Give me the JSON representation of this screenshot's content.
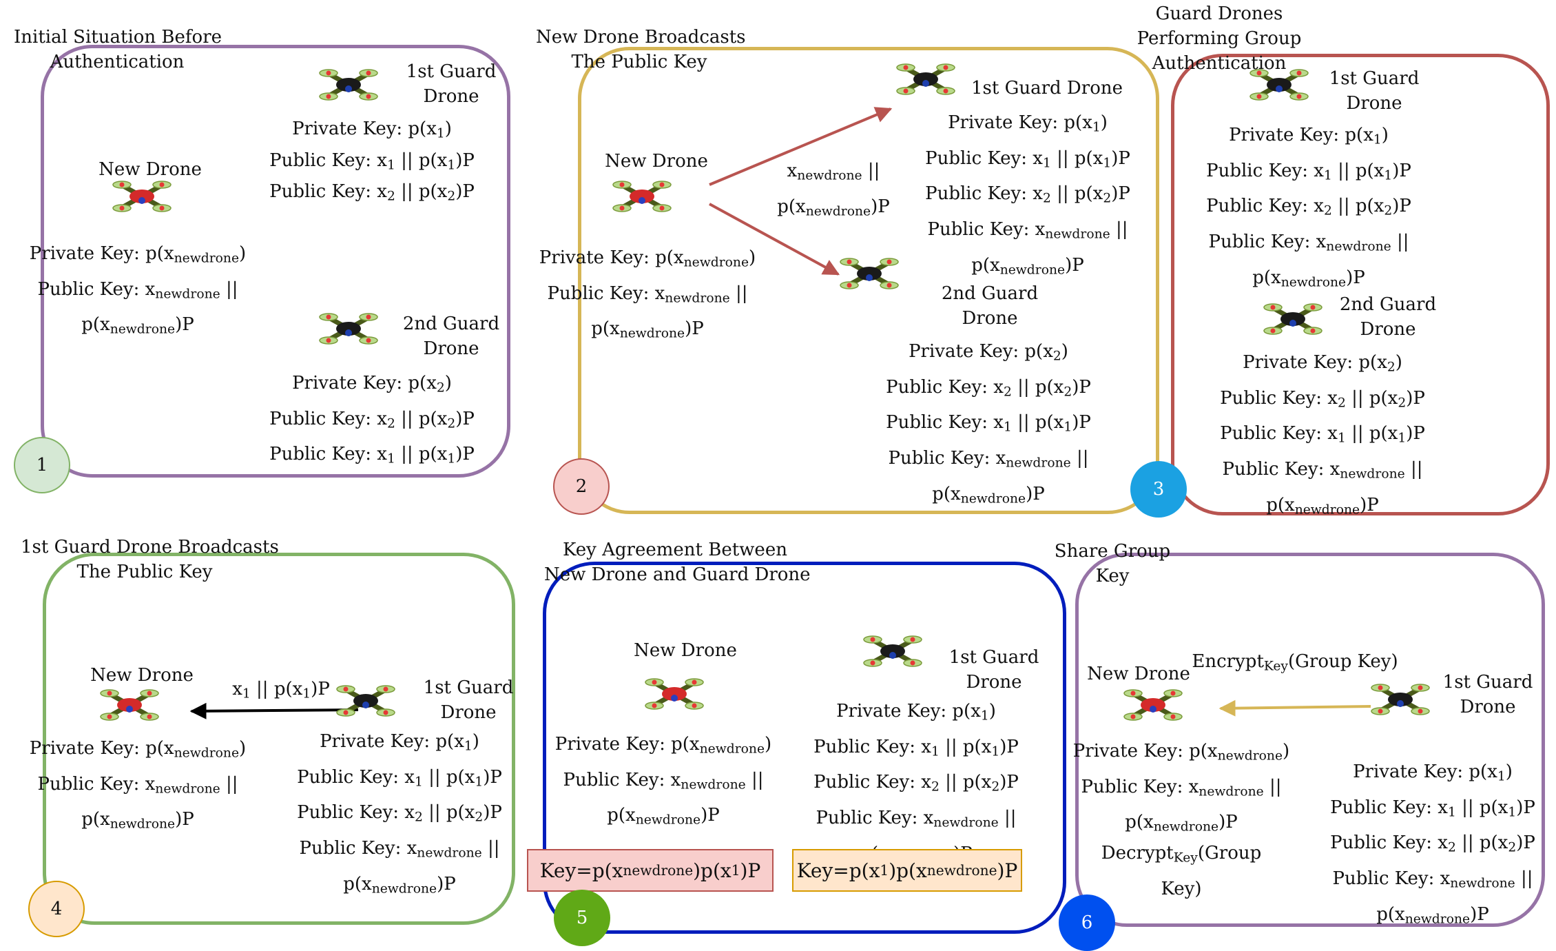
{
  "colors": {
    "panel1": "#9673a6",
    "panel2": "#d6b656",
    "panel3": "#b85450",
    "panel4": "#82b366",
    "panel5": "#001dbc",
    "panel6": "#9673a6",
    "circle1_fill": "#d5e8d4",
    "circle1_stroke": "#82b366",
    "circle2_fill": "#f8cecc",
    "circle2_stroke": "#b85450",
    "circle3_fill": "#1ba1e2",
    "circle4_fill": "#ffe6cc",
    "circle4_stroke": "#d79b00",
    "circle5_fill": "#60a917",
    "circle6_fill": "#0050ef",
    "arrow_red": "#b85450",
    "arrow_black": "#000000",
    "arrow_gold": "#d6b656",
    "key_red_fill": "#f8cecc",
    "key_orange_fill": "#ffe6cc"
  },
  "icons": {
    "guard_drone": "black-quadcopter-icon",
    "new_drone": "red-quadcopter-icon"
  },
  "panels": [
    {
      "number": "1",
      "title": [
        "Initial Situation Before",
        "Authentication"
      ],
      "new_drone": {
        "label": "New Drone",
        "lines": [
          "Private Key: p(x<sub>newdrone</sub>)",
          "Public Key: x<sub>newdrone</sub> ||",
          "p(x<sub>newdrone</sub>)P"
        ]
      },
      "guard1": {
        "label": [
          "1st Guard",
          "Drone"
        ],
        "lines": [
          "Private Key: p(x<sub>1</sub>)",
          "Public Key: x<sub>1</sub> || p(x<sub>1</sub>)P",
          "Public Key: x<sub>2</sub> || p(x<sub>2</sub>)P"
        ]
      },
      "guard2": {
        "label": [
          "2nd Guard",
          "Drone"
        ],
        "lines": [
          "Private Key: p(x<sub>2</sub>)",
          "Public Key: x<sub>2</sub> || p(x<sub>2</sub>)P",
          "Public Key: x<sub>1</sub> || p(x<sub>1</sub>)P"
        ]
      }
    },
    {
      "number": "2",
      "title": [
        "New Drone Broadcasts",
        "The Public Key"
      ],
      "new_drone": {
        "label": "New Drone",
        "lines": [
          "Private Key: p(x<sub>newdrone</sub>)",
          "Public Key: x<sub>newdrone</sub> ||",
          "p(x<sub>newdrone</sub>)P"
        ]
      },
      "message": [
        "x<sub>newdrone</sub> ||",
        "p(x<sub>newdrone</sub>)P"
      ],
      "guard1": {
        "label": [
          "1st Guard Drone"
        ],
        "lines": [
          "Private Key: p(x<sub>1</sub>)",
          "Public Key: x<sub>1</sub> || p(x<sub>1</sub>)P",
          "Public Key: x<sub>2</sub> || p(x<sub>2</sub>)P",
          "Public Key: x<sub>newdrone</sub> ||",
          "p(x<sub>newdrone</sub>)P"
        ]
      },
      "guard2": {
        "label": [
          "2nd Guard",
          "Drone"
        ],
        "lines": [
          "Private Key: p(x<sub>2</sub>)",
          "Public Key: x<sub>2</sub> || p(x<sub>2</sub>)P",
          "Public Key: x<sub>1</sub> || p(x<sub>1</sub>)P",
          "Public Key: x<sub>newdrone</sub> ||",
          "p(x<sub>newdrone</sub>)P"
        ]
      }
    },
    {
      "number": "3",
      "title": [
        "Guard Drones",
        "Performing Group",
        "Authentication"
      ],
      "guard1": {
        "label": [
          "1st Guard",
          "Drone"
        ],
        "lines": [
          "Private Key: p(x<sub>1</sub>)",
          "Public Key: x<sub>1</sub> || p(x<sub>1</sub>)P",
          "Public Key: x<sub>2</sub> || p(x<sub>2</sub>)P",
          "Public Key: x<sub>newdrone</sub> ||",
          "p(x<sub>newdrone</sub>)P"
        ]
      },
      "guard2": {
        "label": [
          "2nd Guard",
          "Drone"
        ],
        "lines": [
          "Private Key: p(x<sub>2</sub>)",
          "Public Key: x<sub>2</sub> || p(x<sub>2</sub>)P",
          "Public Key: x<sub>1</sub> || p(x<sub>1</sub>)P",
          "Public Key: x<sub>newdrone</sub> ||",
          "p(x<sub>newdrone</sub>)P"
        ]
      }
    },
    {
      "number": "4",
      "title": [
        "1st Guard Drone Broadcasts",
        "The Public Key"
      ],
      "new_drone": {
        "label": "New Drone",
        "lines": [
          "Private Key: p(x<sub>newdrone</sub>)",
          "Public Key: x<sub>newdrone</sub> ||",
          "p(x<sub>newdrone</sub>)P"
        ]
      },
      "message": [
        "x<sub>1</sub> || p(x<sub>1</sub>)P"
      ],
      "guard1": {
        "label": [
          "1st Guard",
          "Drone"
        ],
        "lines": [
          "Private Key: p(x<sub>1</sub>)",
          "Public Key: x<sub>1</sub> || p(x<sub>1</sub>)P",
          "Public Key: x<sub>2</sub> || p(x<sub>2</sub>)P",
          "Public Key: x<sub>newdrone</sub> ||",
          "p(x<sub>newdrone</sub>)P"
        ]
      }
    },
    {
      "number": "5",
      "title": [
        "Key Agreement Between",
        "New Drone and Guard Drone"
      ],
      "new_drone": {
        "label": "New Drone",
        "lines": [
          "Private Key: p(x<sub>newdrone</sub>)",
          "Public Key: x<sub>newdrone</sub> ||",
          "p(x<sub>newdrone</sub>)P"
        ]
      },
      "guard1": {
        "label": [
          "1st Guard",
          "Drone"
        ],
        "lines": [
          "Private Key: p(x<sub>1</sub>)",
          "Public Key: x<sub>1</sub> || p(x<sub>1</sub>)P",
          "Public Key: x<sub>2</sub> || p(x<sub>2</sub>)P",
          "Public Key: x<sub>newdrone</sub> ||",
          "p(x<sub>newdrone</sub>)P"
        ]
      },
      "key_new": "Key=p(x<sub>newdrone</sub>)p(x<sub>1</sub>)P",
      "key_guard": "Key=p(x<sub>1</sub>)p(x<sub>newdrone</sub>)P"
    },
    {
      "number": "6",
      "title": [
        "Share Group",
        "Key"
      ],
      "new_drone": {
        "label": "New Drone",
        "lines": [
          "Private Key: p(x<sub>newdrone</sub>)",
          "Public Key: x<sub>newdrone</sub> ||",
          "p(x<sub>newdrone</sub>)P"
        ]
      },
      "message": [
        "Encrypt<sub>Key</sub>(Group Key)"
      ],
      "decrypt": [
        "Decrypt<sub>Key</sub>(Group",
        "Key)"
      ],
      "guard1": {
        "label": [
          "1st Guard",
          "Drone"
        ],
        "lines": [
          "Private Key: p(x<sub>1</sub>)",
          "Public Key: x<sub>1</sub> || p(x<sub>1</sub>)P",
          "Public Key: x<sub>2</sub> || p(x<sub>2</sub>)P",
          "Public Key: x<sub>newdrone</sub> ||",
          "p(x<sub>newdrone</sub>)P"
        ]
      }
    }
  ]
}
